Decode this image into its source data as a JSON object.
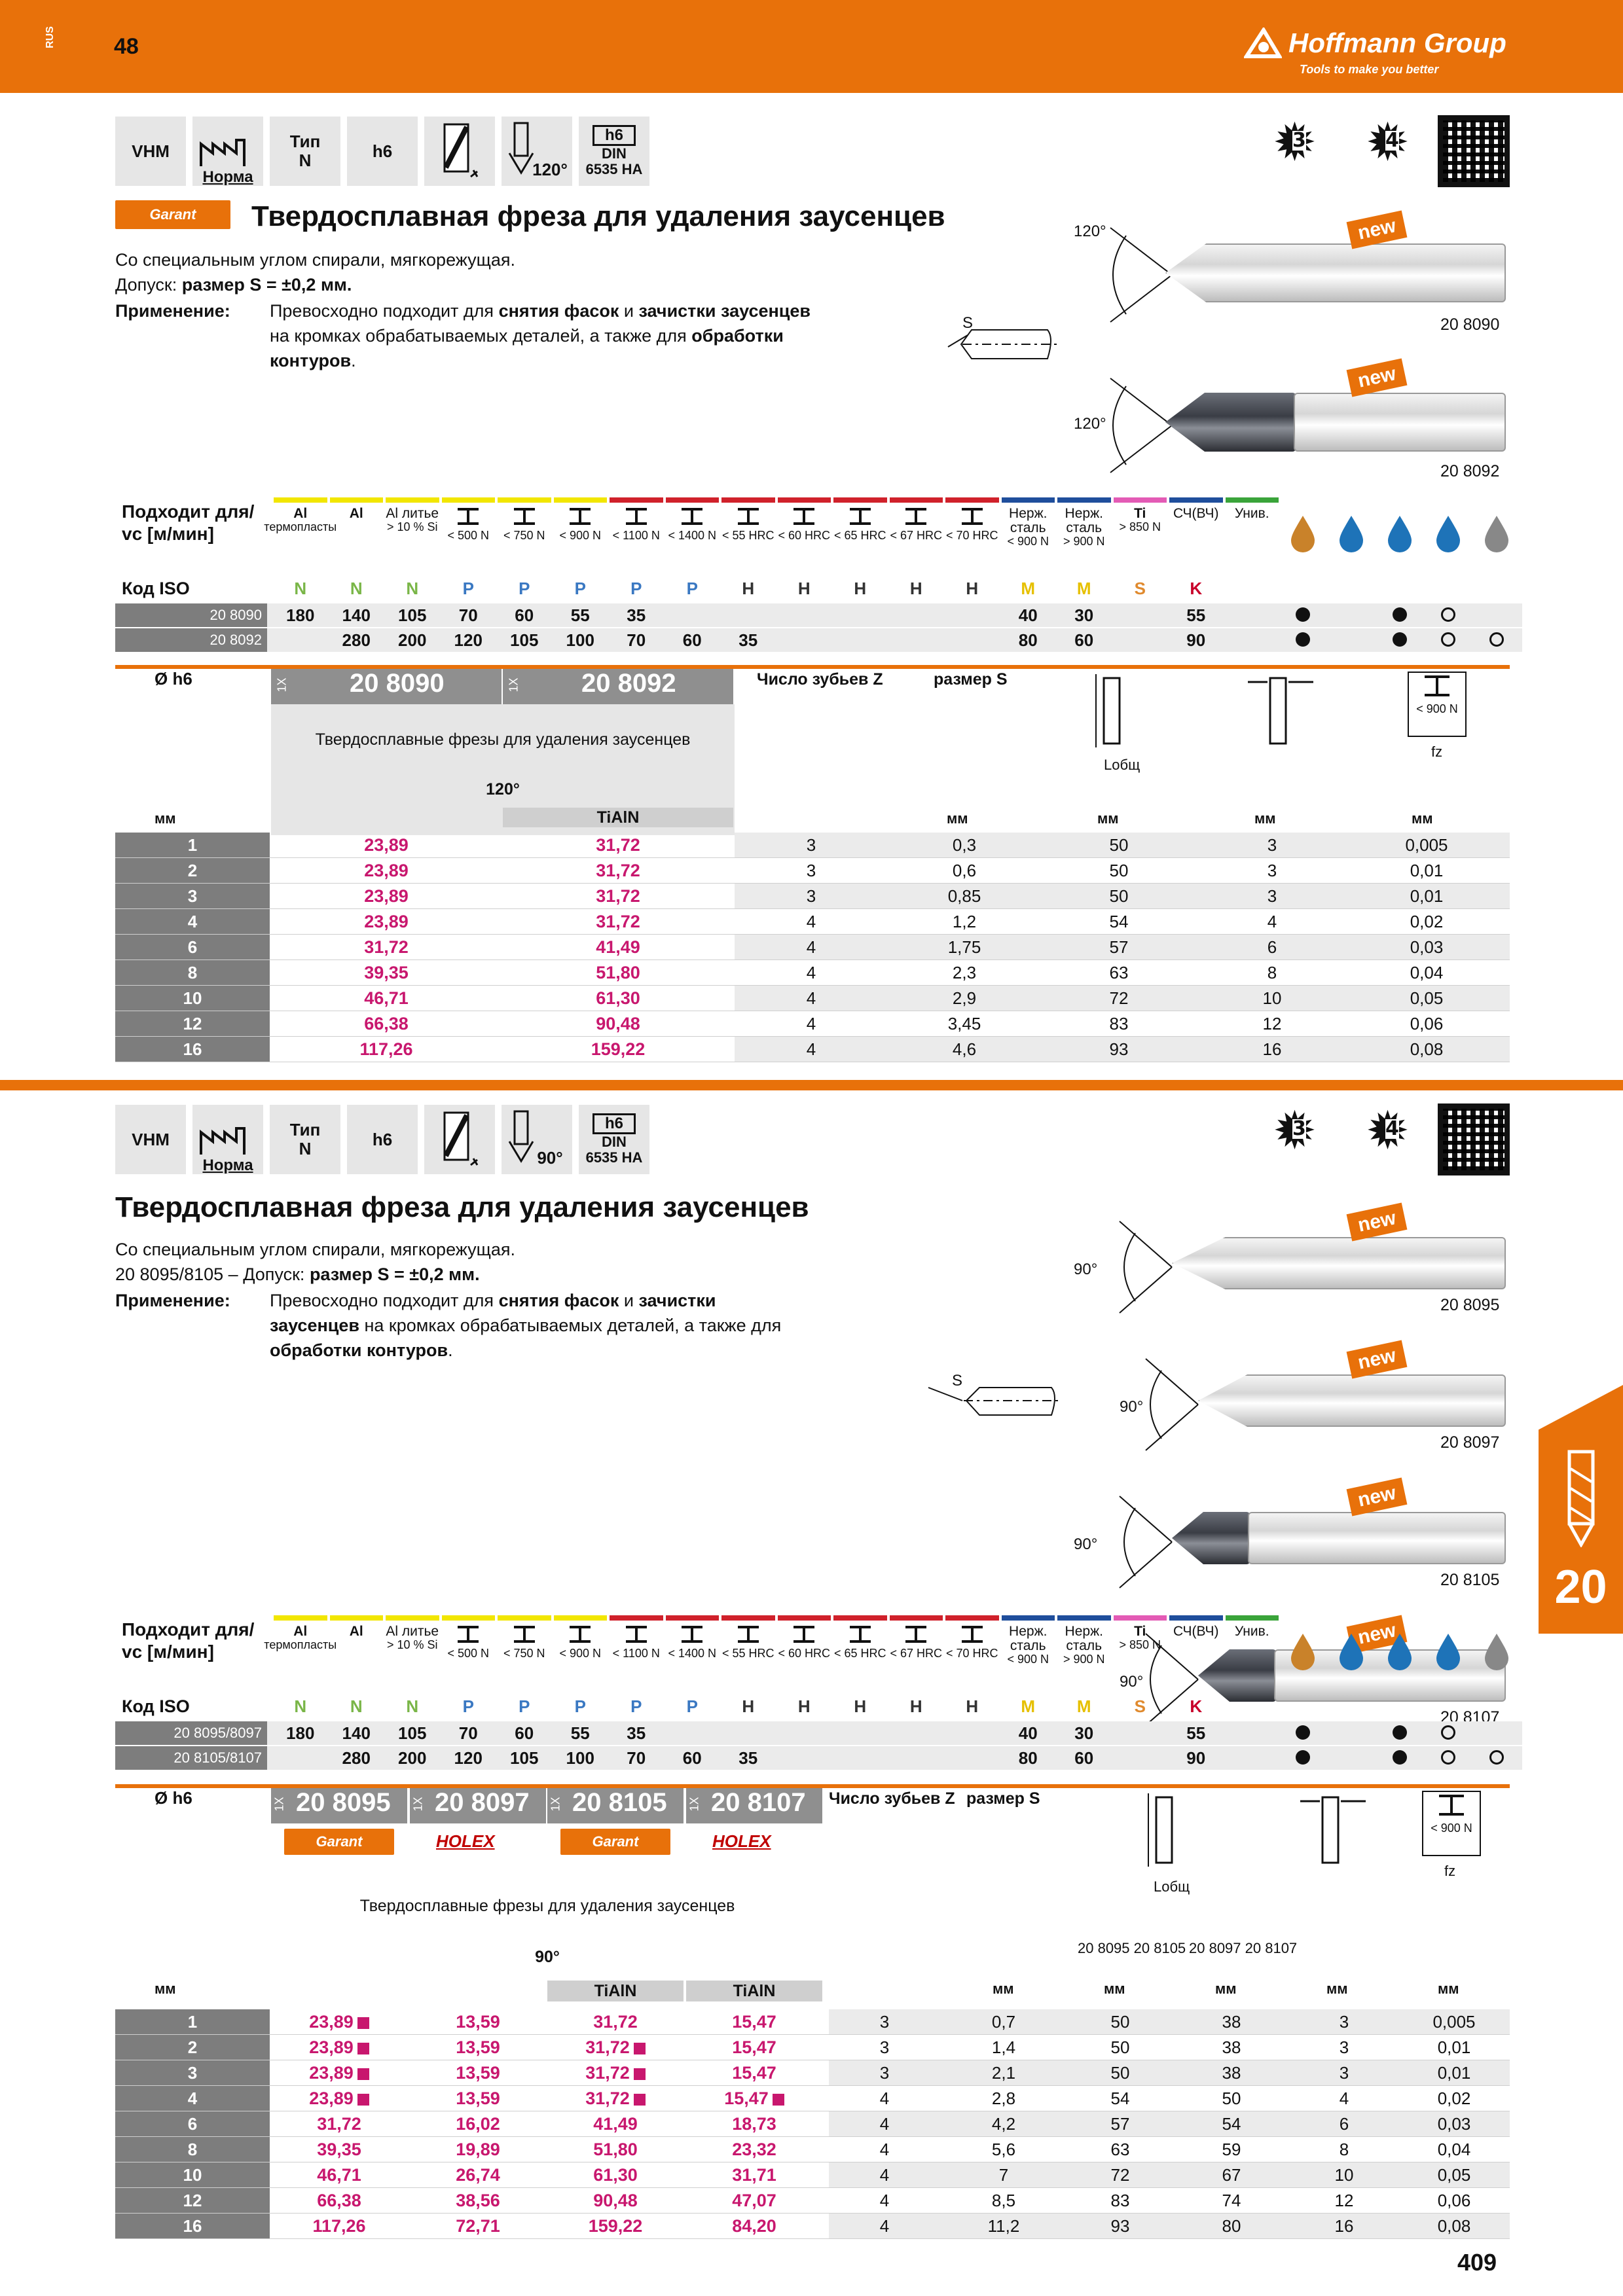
{
  "header": {
    "side_label": "RUS",
    "page_left": "48",
    "logo": "Hoffmann Group",
    "tagline": "Tools to make you better"
  },
  "footer": {
    "page_number": "409"
  },
  "side_tab": {
    "number": "20"
  },
  "icons": {
    "teeth_3": "3",
    "teeth_4": "4",
    "star_icon": "burr-star-icon",
    "qr_icon": "qr-code-icon"
  },
  "section1": {
    "iconbar": {
      "vhm": "VHM",
      "norm": "Норма",
      "type_label": "Тип",
      "type_value": "N",
      "tol": "h6",
      "angle": "120°",
      "din_h6": "h6",
      "din": "DIN",
      "din_num": "6535 HA"
    },
    "brand": "Garant",
    "title": "Твердосплавная фреза для удаления заусенцев",
    "line1": "Со специальным углом спирали, мягкорежущая.",
    "line2_pre": "Допуск: ",
    "line2_bold": "размер S = ±0,2 мм.",
    "app_label": "Применение:",
    "app_1": "Превосходно подходит для ",
    "app_b1": "снятия фасок",
    "app_2": " и ",
    "app_b2": "зачистки заусенцев",
    "app_3": " на кромках обрабатываемых деталей, а также для ",
    "app_b3": "обработки контуров",
    "app_4": ".",
    "s_label": "S",
    "angle1": "120°",
    "angle2": "120°",
    "new1": "new",
    "new2": "new",
    "code1": "20 8090",
    "code2": "20 8092",
    "suit_label": "Подходит для/",
    "vc_label": "vc [м/мин]",
    "iso_label": "Код ISO",
    "materials": [
      {
        "top": "Al",
        "sub": "термопласты",
        "iso": "N",
        "bar": "#f2e600"
      },
      {
        "top": "Al",
        "sub": "",
        "iso": "N",
        "bar": "#f2e600"
      },
      {
        "top": "Al литье",
        "sub": "> 10 % Si",
        "iso": "N",
        "bar": "#f2e600"
      },
      {
        "top": "",
        "sub": "< 500 N",
        "iso": "P",
        "bar": "#f2e600"
      },
      {
        "top": "",
        "sub": "< 750 N",
        "iso": "P",
        "bar": "#f2e600"
      },
      {
        "top": "",
        "sub": "< 900 N",
        "iso": "P",
        "bar": "#f2e600"
      },
      {
        "top": "",
        "sub": "< 1100 N",
        "iso": "P",
        "bar": "#d0212b"
      },
      {
        "top": "",
        "sub": "< 1400 N",
        "iso": "P",
        "bar": "#d0212b"
      },
      {
        "top": "",
        "sub": "< 55 HRC",
        "iso": "H",
        "bar": "#d0212b"
      },
      {
        "top": "",
        "sub": "< 60 HRC",
        "iso": "H",
        "bar": "#d0212b"
      },
      {
        "top": "",
        "sub": "< 65 HRC",
        "iso": "H",
        "bar": "#d0212b"
      },
      {
        "top": "",
        "sub": "< 67 HRC",
        "iso": "H",
        "bar": "#d0212b"
      },
      {
        "top": "",
        "sub": "< 70 HRC",
        "iso": "H",
        "bar": "#d0212b"
      },
      {
        "top": "Нерж. сталь",
        "sub": "< 900 N",
        "iso": "M",
        "bar": "#1f4e9c"
      },
      {
        "top": "Нерж. сталь",
        "sub": "> 900 N",
        "iso": "M",
        "bar": "#1f4e9c"
      },
      {
        "top": "Ti",
        "sub": "> 850 N",
        "iso": "S",
        "bar": "#e35bb5"
      },
      {
        "top": "СЧ(ВЧ)",
        "sub": "",
        "iso": "K",
        "bar": "#1f4e9c"
      },
      {
        "top": "Унив.",
        "sub": "",
        "iso": "",
        "bar": "#3aa43a"
      }
    ],
    "vc_rows": [
      {
        "code": "20 8090",
        "vals": [
          "180",
          "140",
          "105",
          "70",
          "60",
          "55",
          "35",
          "",
          "",
          "",
          "",
          "",
          "",
          "40",
          "30",
          "",
          "55",
          ""
        ],
        "cool": [
          "dot",
          "",
          "dot",
          "ring",
          ""
        ]
      },
      {
        "code": "20 8092",
        "vals": [
          "",
          "280",
          "200",
          "120",
          "105",
          "100",
          "70",
          "60",
          "35",
          "",
          "",
          "",
          "",
          "80",
          "60",
          "",
          "90",
          ""
        ],
        "cool": [
          "dot",
          "",
          "dot",
          "ring",
          "ring"
        ]
      }
    ],
    "table": {
      "dia_label": "Ø h6",
      "col1_qty": "1X",
      "col1_code": "20 8090",
      "col2_qty": "1X",
      "col2_code": "20 8092",
      "desc": "Твердосплавные фрезы для удаления заусенцев",
      "angle": "120°",
      "coating": "TiAlN",
      "z_label": "Число зубьев Z",
      "s_label": "размер S",
      "l_label": "Lобщ",
      "fz_label": "fz",
      "mat_label": "< 900 N",
      "unit": "мм",
      "rows": [
        [
          "1",
          "23,89",
          "31,72",
          "3",
          "0,3",
          "50",
          "3",
          "0,005"
        ],
        [
          "2",
          "23,89",
          "31,72",
          "3",
          "0,6",
          "50",
          "3",
          "0,01"
        ],
        [
          "3",
          "23,89",
          "31,72",
          "3",
          "0,85",
          "50",
          "3",
          "0,01"
        ],
        [
          "4",
          "23,89",
          "31,72",
          "4",
          "1,2",
          "54",
          "4",
          "0,02"
        ],
        [
          "6",
          "31,72",
          "41,49",
          "4",
          "1,75",
          "57",
          "6",
          "0,03"
        ],
        [
          "8",
          "39,35",
          "51,80",
          "4",
          "2,3",
          "63",
          "8",
          "0,04"
        ],
        [
          "10",
          "46,71",
          "61,30",
          "4",
          "2,9",
          "72",
          "10",
          "0,05"
        ],
        [
          "12",
          "66,38",
          "90,48",
          "4",
          "3,45",
          "83",
          "12",
          "0,06"
        ],
        [
          "16",
          "117,26",
          "159,22",
          "4",
          "4,6",
          "93",
          "16",
          "0,08"
        ]
      ]
    }
  },
  "section2": {
    "iconbar": {
      "vhm": "VHM",
      "norm": "Норма",
      "type_label": "Тип",
      "type_value": "N",
      "tol": "h6",
      "angle": "90°",
      "din_h6": "h6",
      "din": "DIN",
      "din_num": "6535 HA"
    },
    "title": "Твердосплавная фреза для удаления заусенцев",
    "line1": "Со специальным углом спирали, мягкорежущая.",
    "line2_codes": "20 8095/8105 – ",
    "line2_pre": "Допуск: ",
    "line2_bold": "размер S = ±0,2 мм.",
    "app_label": "Применение:",
    "app_1": "Превосходно подходит для ",
    "app_b1": "снятия фасок",
    "app_2": " и ",
    "app_b2": "зачистки заусенцев",
    "app_3": " на кромках обрабатываемых деталей, а также для ",
    "app_b3": "обработки контуров",
    "app_4": ".",
    "s_label": "S",
    "tools": [
      {
        "angle": "90°",
        "new": "new",
        "code": "20 8095",
        "dark": false
      },
      {
        "angle": "90°",
        "new": "new",
        "code": "20 8097",
        "dark": false
      },
      {
        "angle": "90°",
        "new": "new",
        "code": "20 8105",
        "dark": true
      },
      {
        "angle": "90°",
        "new": "new",
        "code": "20 8107",
        "dark": true
      }
    ],
    "suit_label": "Подходит для/",
    "vc_label": "vc [м/мин]",
    "iso_label": "Код ISO",
    "vc_rows": [
      {
        "code": "20 8095/8097",
        "vals": [
          "180",
          "140",
          "105",
          "70",
          "60",
          "55",
          "35",
          "",
          "",
          "",
          "",
          "",
          "",
          "40",
          "30",
          "",
          "55",
          ""
        ],
        "cool": [
          "dot",
          "",
          "dot",
          "ring",
          ""
        ]
      },
      {
        "code": "20 8105/8107",
        "vals": [
          "",
          "280",
          "200",
          "120",
          "105",
          "100",
          "70",
          "60",
          "35",
          "",
          "",
          "",
          "",
          "80",
          "60",
          "",
          "90",
          ""
        ],
        "cool": [
          "dot",
          "",
          "dot",
          "ring",
          "ring"
        ]
      }
    ],
    "table": {
      "dia_label": "Ø h6",
      "cols": [
        {
          "qty": "1X",
          "code": "20 8095",
          "brand": "Garant",
          "coating": ""
        },
        {
          "qty": "1X",
          "code": "20 8097",
          "brand": "HOLEX",
          "coating": ""
        },
        {
          "qty": "1X",
          "code": "20 8105",
          "brand": "Garant",
          "coating": "TiAlN"
        },
        {
          "qty": "1X",
          "code": "20 8107",
          "brand": "HOLEX",
          "coating": "TiAlN"
        }
      ],
      "desc": "Твердосплавные фрезы для удаления заусенцев",
      "angle": "90°",
      "z_label": "Число зубьев Z",
      "s_label": "размер S",
      "l_label": "Lобщ",
      "l_sub1a": "20 8095",
      "l_sub1b": "20 8105",
      "l_sub2a": "20 8097",
      "l_sub2b": "20 8107",
      "fz_label": "fz",
      "mat_label": "< 900 N",
      "unit": "мм",
      "rows": [
        [
          "1",
          "23,89",
          "13,59",
          "31,72",
          "15,47",
          "3",
          "0,7",
          "50",
          "38",
          "3",
          "0,005"
        ],
        [
          "2",
          "23,89",
          "13,59",
          "31,72",
          "15,47",
          "3",
          "1,4",
          "50",
          "38",
          "3",
          "0,01"
        ],
        [
          "3",
          "23,89",
          "13,59",
          "31,72",
          "15,47",
          "3",
          "2,1",
          "50",
          "38",
          "3",
          "0,01"
        ],
        [
          "4",
          "23,89",
          "13,59",
          "31,72",
          "15,47",
          "4",
          "2,8",
          "54",
          "50",
          "4",
          "0,02"
        ],
        [
          "6",
          "31,72",
          "16,02",
          "41,49",
          "18,73",
          "4",
          "4,2",
          "57",
          "54",
          "6",
          "0,03"
        ],
        [
          "8",
          "39,35",
          "19,89",
          "51,80",
          "23,32",
          "4",
          "5,6",
          "63",
          "59",
          "8",
          "0,04"
        ],
        [
          "10",
          "46,71",
          "26,74",
          "61,30",
          "31,71",
          "4",
          "7",
          "72",
          "67",
          "10",
          "0,05"
        ],
        [
          "12",
          "66,38",
          "38,56",
          "90,48",
          "47,07",
          "4",
          "8,5",
          "83",
          "74",
          "12",
          "0,06"
        ],
        [
          "16",
          "117,26",
          "72,71",
          "159,22",
          "84,20",
          "4",
          "11,2",
          "93",
          "80",
          "16",
          "0,08"
        ]
      ],
      "marked": [
        [
          0,
          1
        ],
        [
          1,
          1
        ],
        [
          2,
          1
        ],
        [
          3,
          1
        ],
        [
          1,
          3
        ],
        [
          2,
          3
        ],
        [
          3,
          3
        ],
        [
          3,
          4
        ]
      ]
    }
  }
}
